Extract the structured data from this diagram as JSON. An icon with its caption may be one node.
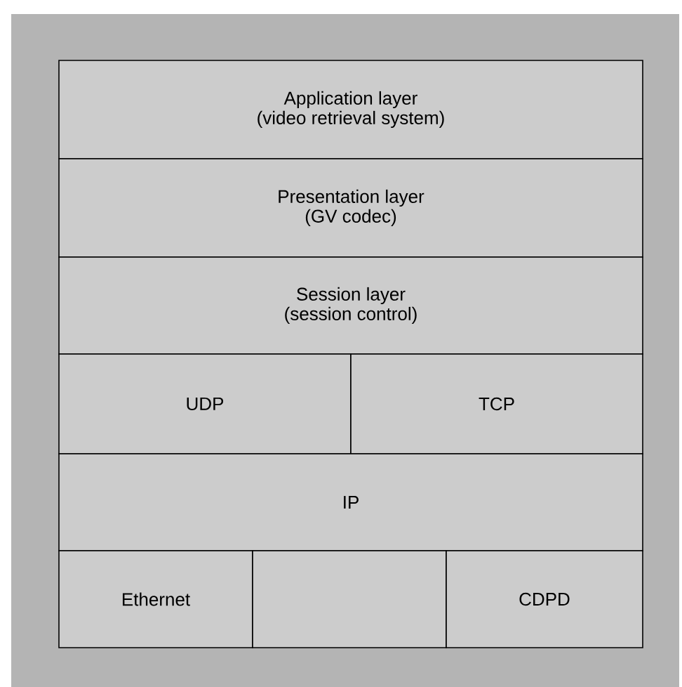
{
  "diagram": {
    "nodes": [
      {
        "text": [
          "Application layer",
          "(video retrieval system)"
        ]
      },
      {
        "text": [
          "Presentation layer",
          "(GV codec)"
        ]
      },
      {
        "text": [
          "Session layer",
          "(session control)"
        ]
      },
      {
        "text": [
          "UDP"
        ]
      },
      {
        "text": [
          "TCP"
        ]
      },
      {
        "text": [
          "IP"
        ]
      },
      {
        "text": [
          "Ethernet"
        ]
      },
      {
        "text": [],
        "shape": "box"
      },
      {
        "text": [
          "CDPD"
        ]
      }
    ]
  }
}
